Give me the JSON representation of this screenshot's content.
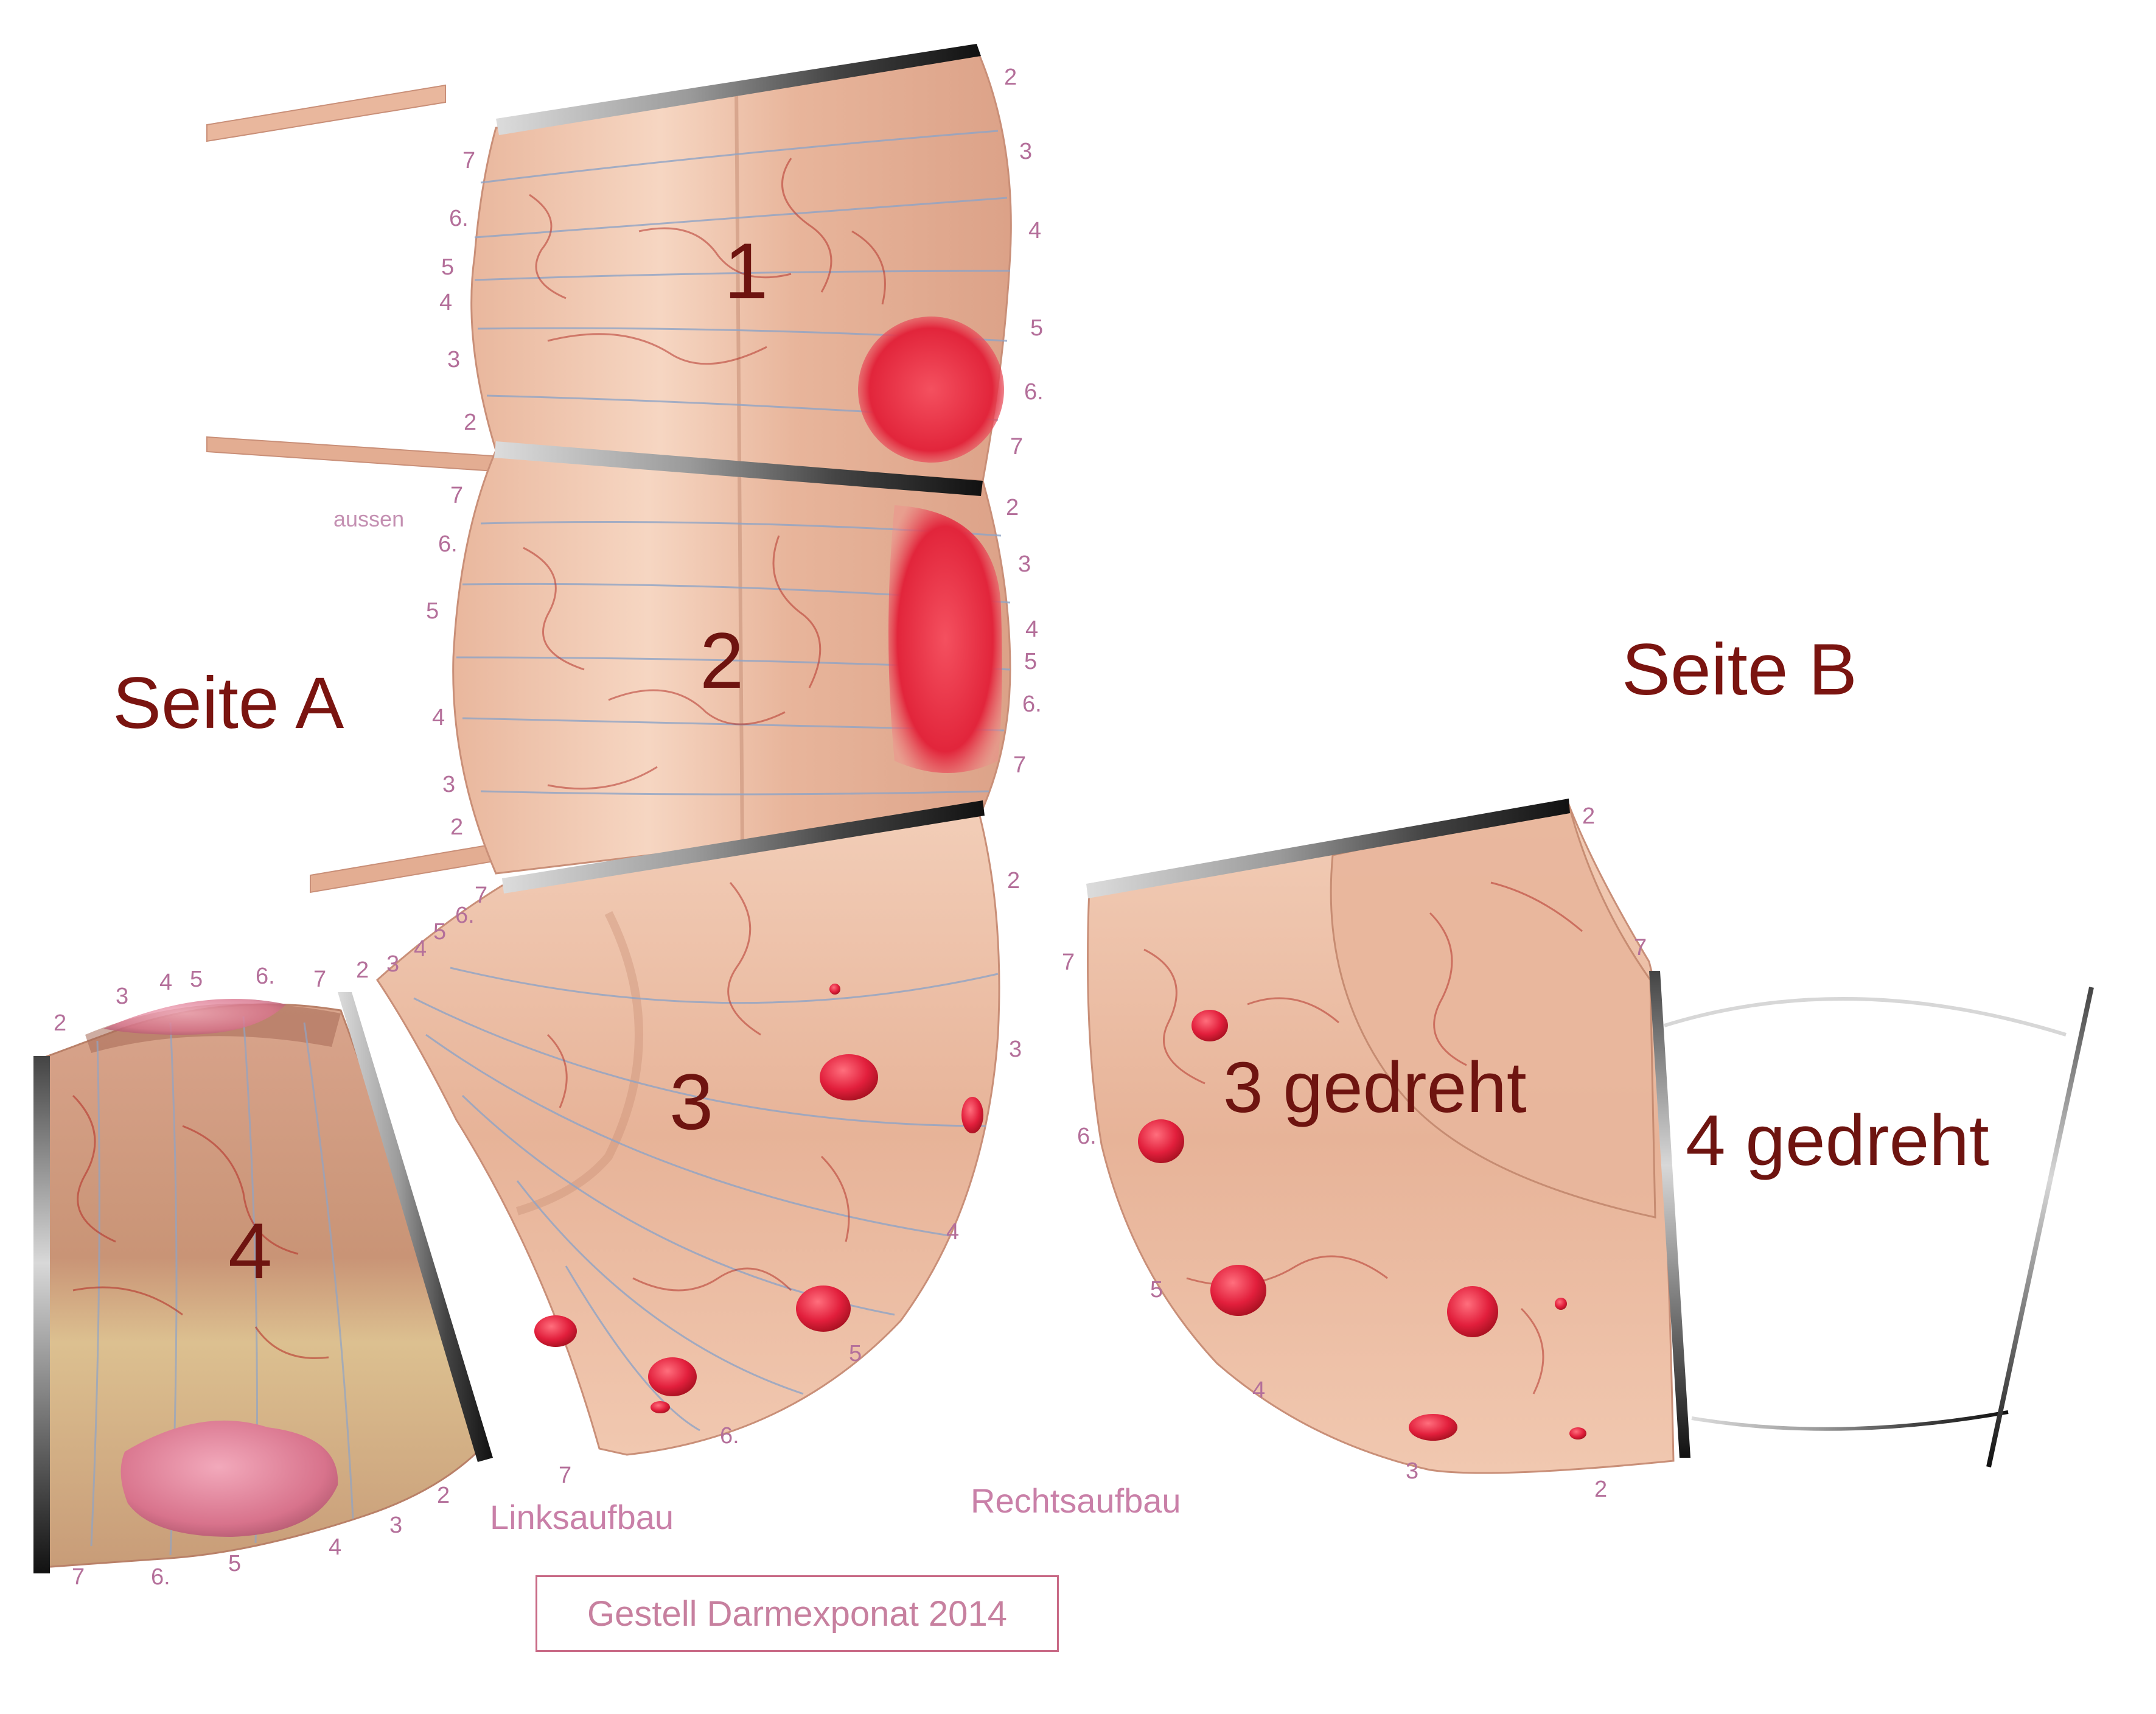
{
  "titles": {
    "side_a": "Seite A",
    "side_b": "Seite B"
  },
  "segments": {
    "s1": "1",
    "s2": "2",
    "s3": "3",
    "s4": "4",
    "s3_rotated": "3 gedreht",
    "s4_rotated": "4 gedreht"
  },
  "notes": {
    "outside": "aussen",
    "left_build": "Linksaufbau",
    "right_build": "Rechtsaufbau",
    "footer": "Gestell Darmexponat 2014"
  },
  "markers": {
    "seg1_left": [
      "7",
      "6.",
      "5",
      "4",
      "3",
      "2"
    ],
    "seg1_right": [
      "2",
      "3",
      "4",
      "5",
      "6.",
      "7"
    ],
    "seg2_left": [
      "7",
      "6.",
      "5",
      "4",
      "3",
      "2"
    ],
    "seg2_right": [
      "2",
      "3",
      "4",
      "5",
      "6.",
      "7"
    ],
    "seg3_top": [
      "7",
      "6.",
      "5",
      "4",
      "3",
      "2"
    ],
    "seg3_right": [
      "2",
      "3",
      "4",
      "5",
      "6.",
      "7"
    ],
    "seg4_top": [
      "2",
      "3",
      "4",
      "5",
      "6.",
      "7"
    ],
    "seg4_bottom": [
      "7",
      "6.",
      "5",
      "4",
      "3",
      "2"
    ],
    "segB_left": [
      "7",
      "6.",
      "5",
      "4",
      "3"
    ],
    "segB_right": [
      "2",
      "7",
      "2"
    ]
  },
  "colors": {
    "tissue_light": "#f5d2bc",
    "tissue_mid": "#e7b499",
    "tissue_dark": "#c98f78",
    "vessel": "#b5342c",
    "lesion": "#e21f3c",
    "polyp_mass": "#e08aa0",
    "label_dark_red": "#7a1410",
    "marker_purple": "#b46f9a"
  }
}
